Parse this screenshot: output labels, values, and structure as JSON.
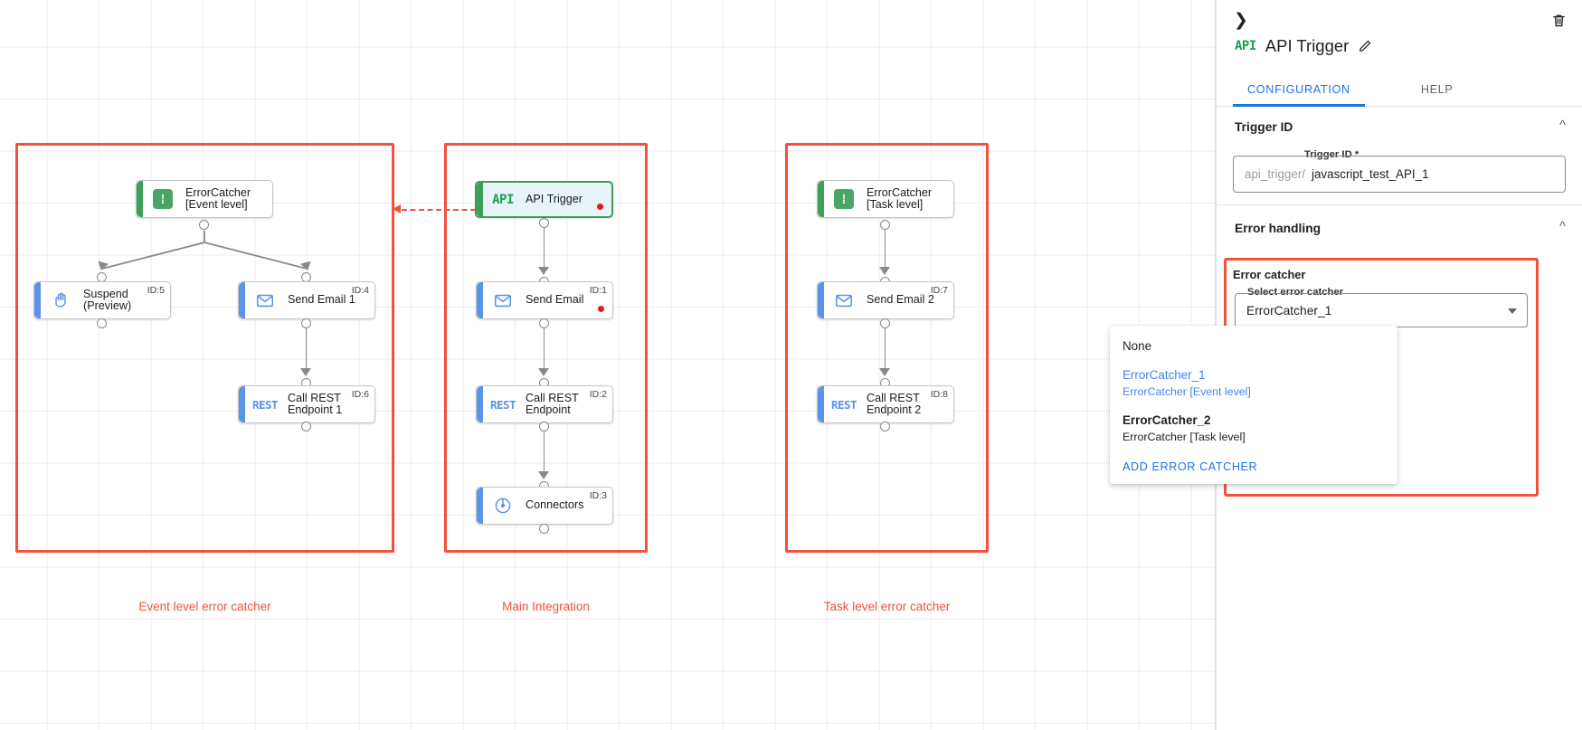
{
  "canvas": {
    "groups": [
      {
        "id": "event-level",
        "label": "Event level error catcher"
      },
      {
        "id": "main-integration",
        "label": "Main Integration"
      },
      {
        "id": "task-level",
        "label": "Task level error catcher"
      }
    ],
    "nodes": [
      {
        "key": "errorcatcher_event",
        "label": "ErrorCatcher\n[Event level]",
        "icon": "error-catcher-icon",
        "id_badge": "",
        "accent": "green",
        "selected": false,
        "error_dot": false
      },
      {
        "key": "suspend",
        "label": "Suspend\n(Preview)",
        "icon": "hand-icon",
        "id_badge": "ID:5",
        "accent": "blue",
        "selected": false,
        "error_dot": false
      },
      {
        "key": "send_email_1",
        "label": "Send Email 1",
        "icon": "envelope-icon",
        "id_badge": "ID:4",
        "accent": "blue",
        "selected": false,
        "error_dot": false
      },
      {
        "key": "call_rest_endpoint_1",
        "label": "Call REST\nEndpoint 1",
        "icon": "rest-icon",
        "id_badge": "ID:6",
        "accent": "blue",
        "selected": false,
        "error_dot": false
      },
      {
        "key": "api_trigger",
        "label": "API Trigger",
        "icon": "api-icon",
        "id_badge": "",
        "accent": "green",
        "selected": true,
        "error_dot": true
      },
      {
        "key": "send_email",
        "label": "Send Email",
        "icon": "envelope-icon",
        "id_badge": "ID:1",
        "accent": "blue",
        "selected": false,
        "error_dot": true
      },
      {
        "key": "call_rest_endpoint",
        "label": "Call REST\nEndpoint",
        "icon": "rest-icon",
        "id_badge": "ID:2",
        "accent": "blue",
        "selected": false,
        "error_dot": false
      },
      {
        "key": "connectors",
        "label": "Connectors",
        "icon": "connectors-icon",
        "id_badge": "ID:3",
        "accent": "blue",
        "selected": false,
        "error_dot": false
      },
      {
        "key": "errorcatcher_task",
        "label": "ErrorCatcher\n[Task level]",
        "icon": "error-catcher-icon",
        "id_badge": "",
        "accent": "green",
        "selected": false,
        "error_dot": false
      },
      {
        "key": "send_email_2",
        "label": "Send Email 2",
        "icon": "envelope-icon",
        "id_badge": "ID:7",
        "accent": "blue",
        "selected": false,
        "error_dot": false
      },
      {
        "key": "call_rest_endpoint_2",
        "label": "Call REST\nEndpoint 2",
        "icon": "rest-icon",
        "id_badge": "ID:8",
        "accent": "blue",
        "selected": false,
        "error_dot": false
      }
    ]
  },
  "panel": {
    "icon": "api-icon",
    "badge_text": "API",
    "title": "API Trigger",
    "tabs": [
      {
        "key": "configuration",
        "label": "CONFIGURATION",
        "active": true
      },
      {
        "key": "help",
        "label": "HELP",
        "active": false
      }
    ],
    "sections": {
      "trigger_id": {
        "title": "Trigger ID",
        "field_legend": "Trigger ID *",
        "prefix": "api_trigger/",
        "value": "javascript_test_API_1"
      },
      "error_handling": {
        "title": "Error handling",
        "error_catcher_label": "Error catcher",
        "select_legend": "Select error catcher",
        "select_value": "ErrorCatcher_1"
      }
    },
    "dropdown": {
      "options": [
        {
          "main": "None",
          "sub": "",
          "selected": false,
          "bold": false
        },
        {
          "main": "ErrorCatcher_1",
          "sub": "ErrorCatcher [Event level]",
          "selected": true,
          "bold": false
        },
        {
          "main": "ErrorCatcher_2",
          "sub": "ErrorCatcher [Task level]",
          "selected": false,
          "bold": true
        }
      ],
      "action_label": "ADD ERROR CATCHER"
    }
  },
  "colors": {
    "accent_blue": "#1a73e8",
    "error_red": "#f4503c",
    "node_blue": "#5b93e8",
    "node_green": "#3e9f58",
    "dot_red": "#e01b1b"
  }
}
